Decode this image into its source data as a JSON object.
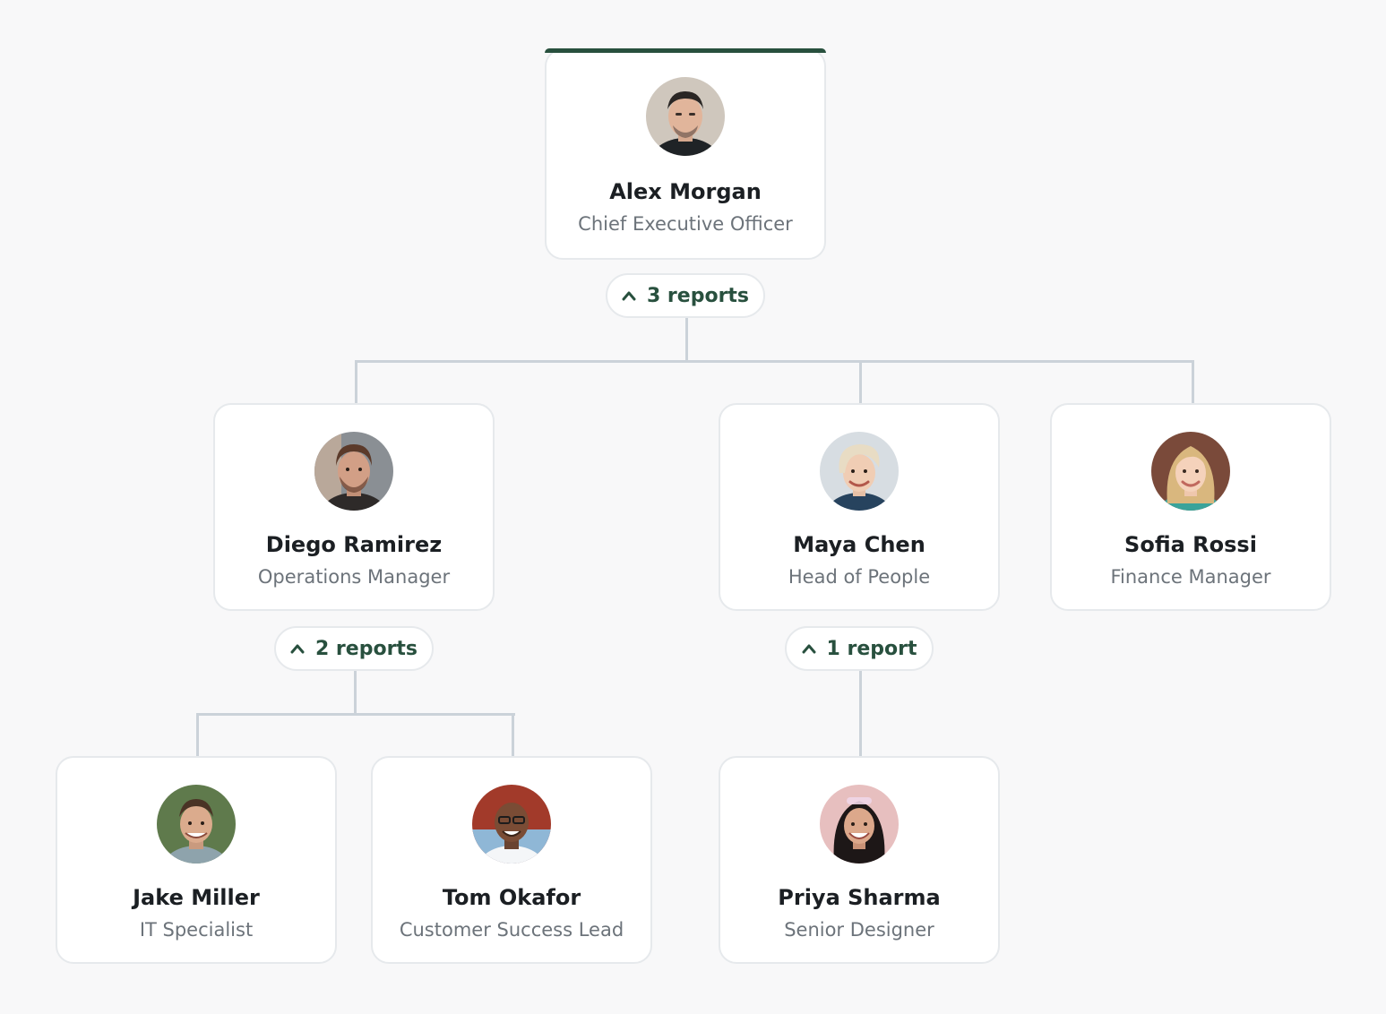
{
  "colors": {
    "background": "#f8f8f9",
    "card_border": "#e6e9ec",
    "connector": "#cbd2d9",
    "accent": "#28503e",
    "name_text": "#1b1f23",
    "role_text": "#6c737a"
  },
  "people": {
    "alex": {
      "name": "Alex Morgan",
      "role": "Chief Executive Officer",
      "reports_label": "3 reports",
      "toggle_icon": "chevron-up-icon"
    },
    "diego": {
      "name": "Diego Ramirez",
      "role": "Operations Manager",
      "reports_label": "2 reports",
      "toggle_icon": "chevron-up-icon"
    },
    "maya": {
      "name": "Maya Chen",
      "role": "Head of People",
      "reports_label": "1 report",
      "toggle_icon": "chevron-up-icon"
    },
    "sofia": {
      "name": "Sofia Rossi",
      "role": "Finance Manager"
    },
    "jake": {
      "name": "Jake Miller",
      "role": "IT Specialist"
    },
    "tom": {
      "name": "Tom Okafor",
      "role": "Customer Success Lead"
    },
    "priya": {
      "name": "Priya Sharma",
      "role": "Senior Designer"
    }
  }
}
